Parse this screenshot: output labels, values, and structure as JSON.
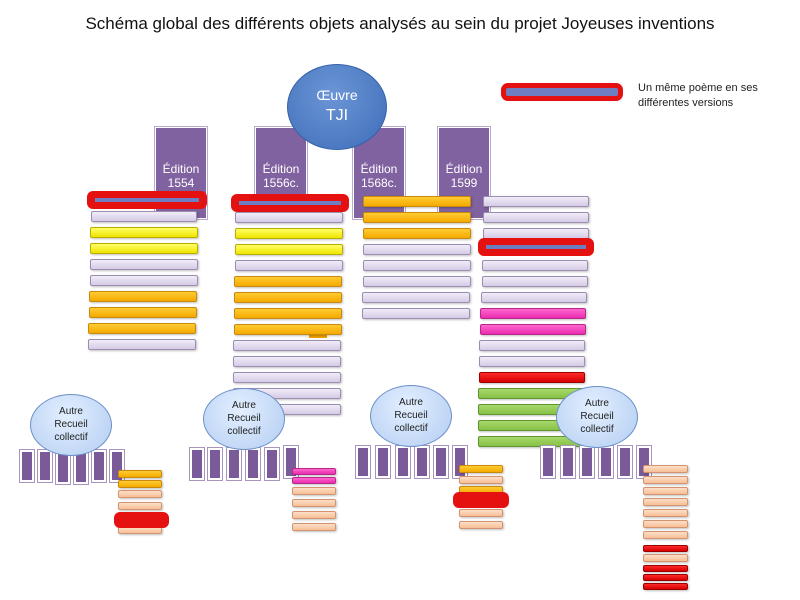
{
  "title": "Schéma global des  différents objets  analysés au sein du projet Joyeuses inventions",
  "legend": {
    "text": "Un même poème en ses différentes versions"
  },
  "oeuvre": {
    "line1": "Œuvre",
    "line2": "TJI"
  },
  "editions": [
    {
      "label": "Édition",
      "year": "1554"
    },
    {
      "label": "Édition",
      "year": "1556c."
    },
    {
      "label": "Édition",
      "year": "1568c."
    },
    {
      "label": "Édition",
      "year": "1599"
    }
  ],
  "recueils": [
    {
      "l1": "Autre",
      "l2": "Recueil",
      "l3": "collectif"
    },
    {
      "l1": "Autre",
      "l2": "Recueil",
      "l3": "collectif"
    },
    {
      "l1": "Autre",
      "l2": "Recueil",
      "l3": "collectif"
    },
    {
      "l1": "Autre",
      "l2": "Recueil",
      "l3": "collectif"
    }
  ],
  "colors": {
    "lavender": "#d5cbe6",
    "yellow": "#efe400",
    "orange": "#f4a900",
    "pink": "#ea2cb1",
    "red": "#d60000",
    "green": "#86c145",
    "salmon": "#f7bf96",
    "highlight": "#e51010",
    "edition": "#8062a0",
    "oeuvre": "#3e6db8"
  }
}
